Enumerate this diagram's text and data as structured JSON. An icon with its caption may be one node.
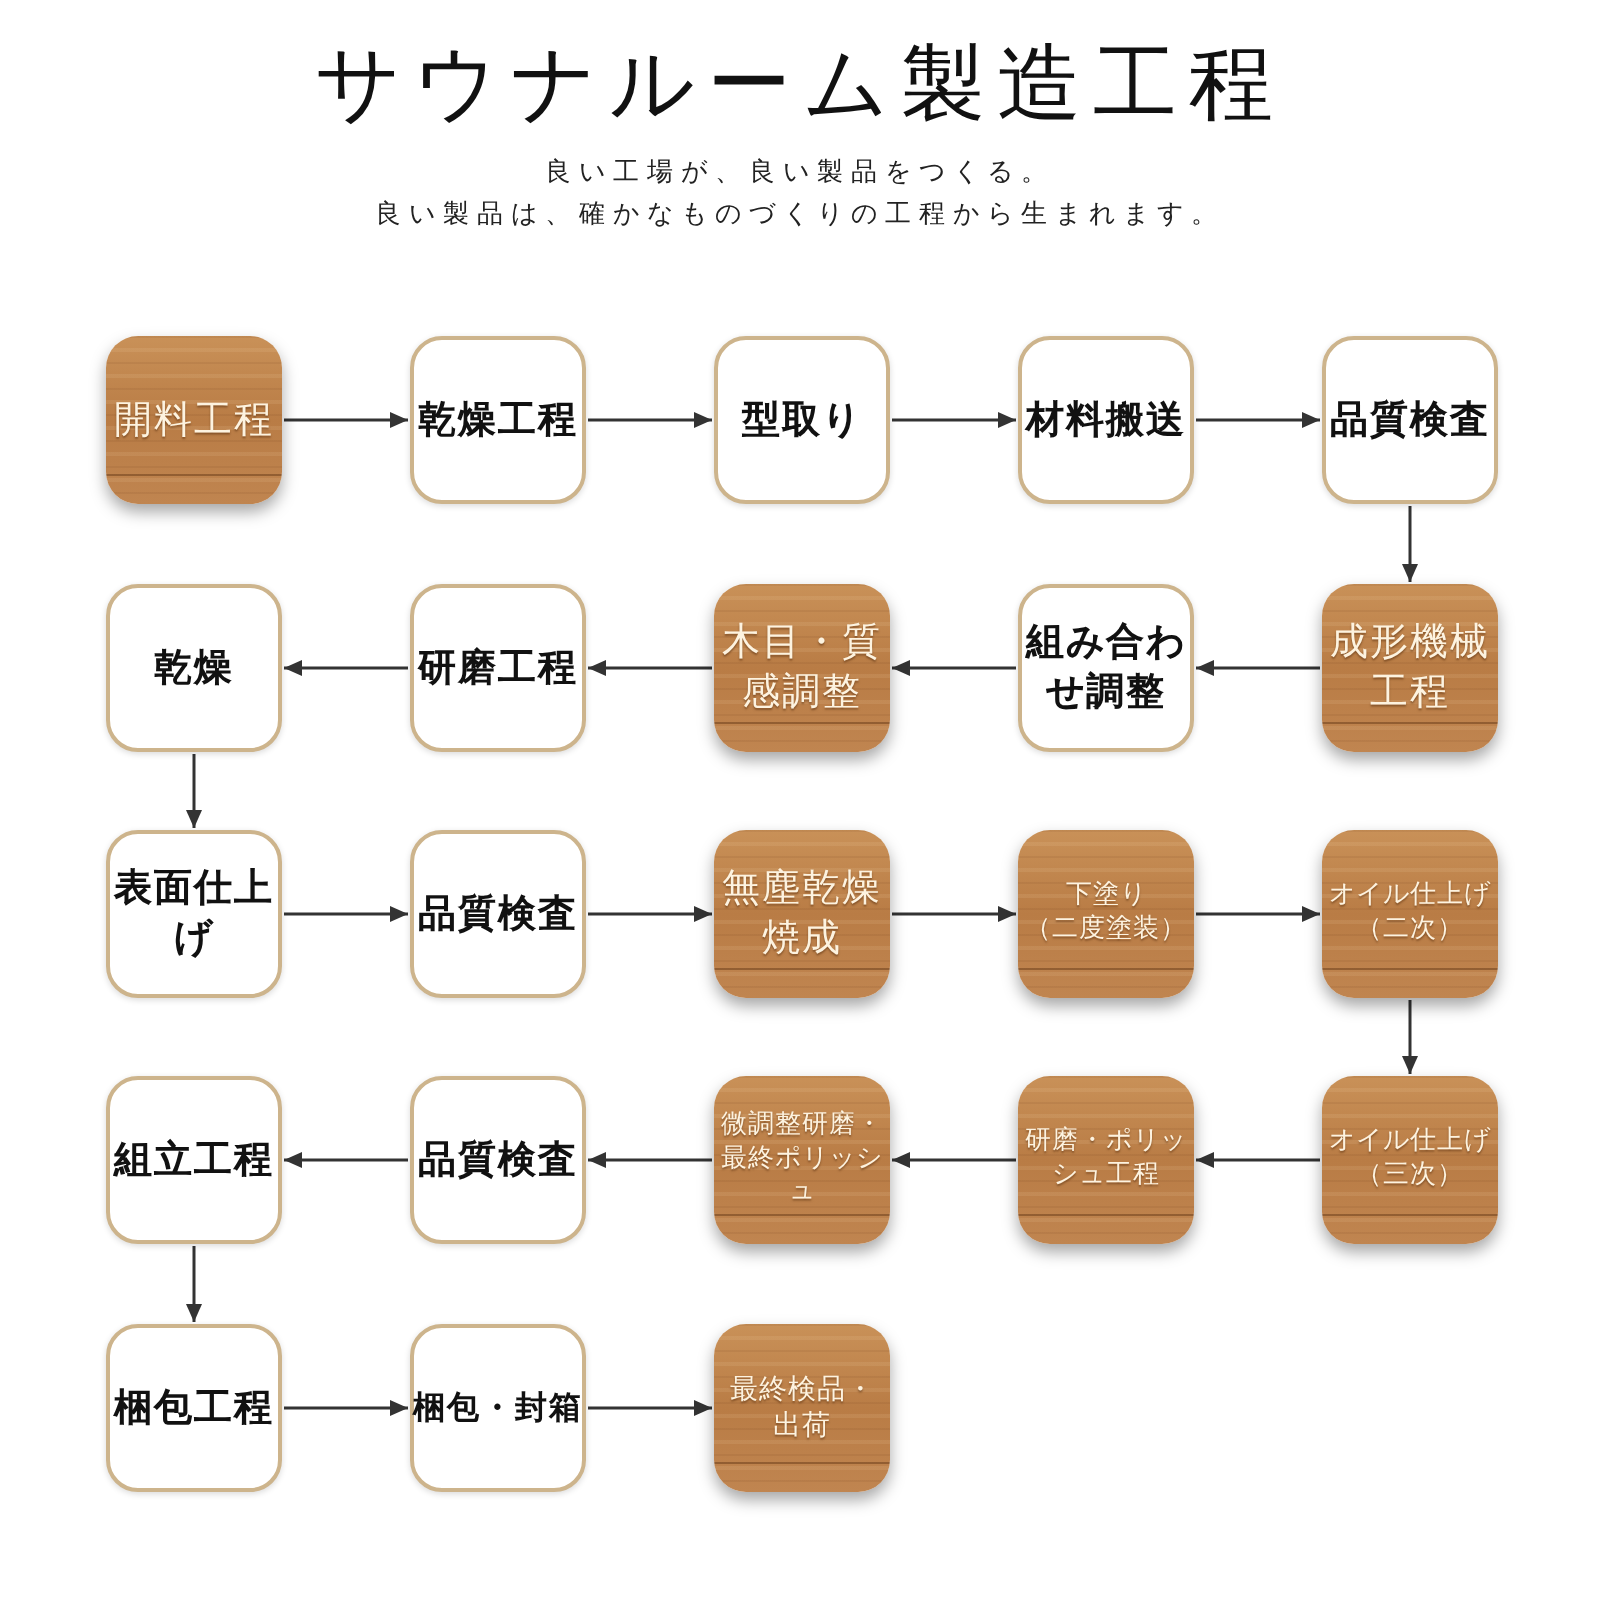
{
  "diagram": {
    "title": "サウナルーム製造工程",
    "nodes": [
      {
        "text": [
          "開料工程"
        ]
      },
      {
        "text": [
          "乾燥工程"
        ]
      },
      {
        "text": [
          "型取り"
        ]
      },
      {
        "text": [
          "材料搬送"
        ]
      },
      {
        "text": [
          "品質検査"
        ]
      },
      {
        "text": [
          "成形機械工程"
        ]
      },
      {
        "text": [
          "組み合わせ調整"
        ]
      },
      {
        "text": [
          "木目・質感調整"
        ]
      },
      {
        "text": [
          "研磨工程"
        ]
      },
      {
        "text": [
          "乾燥"
        ]
      },
      {
        "text": [
          "表面仕上げ"
        ]
      },
      {
        "text": [
          "品質検査"
        ]
      },
      {
        "text": [
          "無塵乾燥焼成"
        ]
      },
      {
        "text": [
          "下塗り（二度塗装）"
        ]
      },
      {
        "text": [
          "オイル仕上げ（二次）"
        ]
      },
      {
        "text": [
          "オイル仕上げ（三次）"
        ]
      },
      {
        "text": [
          "研磨・ポリッシュ工程"
        ]
      },
      {
        "text": [
          "微調整研磨・最終ポリッシュ"
        ]
      },
      {
        "text": [
          "品質検査"
        ]
      },
      {
        "text": [
          "組立工程"
        ]
      },
      {
        "text": [
          "梱包工程"
        ]
      },
      {
        "text": [
          "梱包・封箱"
        ]
      },
      {
        "text": [
          "最終検品・出荷"
        ]
      }
    ],
    "edges": [
      {
        "from": 0,
        "to": 1,
        "arrow": "to"
      },
      {
        "from": 1,
        "to": 2,
        "arrow": "to"
      },
      {
        "from": 2,
        "to": 3,
        "arrow": "to"
      },
      {
        "from": 3,
        "to": 4,
        "arrow": "to"
      },
      {
        "from": 4,
        "to": 5,
        "arrow": "to"
      },
      {
        "from": 5,
        "to": 6,
        "arrow": "to"
      },
      {
        "from": 6,
        "to": 7,
        "arrow": "to"
      },
      {
        "from": 7,
        "to": 8,
        "arrow": "to"
      },
      {
        "from": 8,
        "to": 9,
        "arrow": "to"
      },
      {
        "from": 9,
        "to": 10,
        "arrow": "to"
      },
      {
        "from": 10,
        "to": 11,
        "arrow": "to"
      },
      {
        "from": 11,
        "to": 12,
        "arrow": "to"
      },
      {
        "from": 12,
        "to": 13,
        "arrow": "to"
      },
      {
        "from": 13,
        "to": 14,
        "arrow": "to"
      },
      {
        "from": 14,
        "to": 15,
        "arrow": "to"
      },
      {
        "from": 15,
        "to": 16,
        "arrow": "to"
      },
      {
        "from": 16,
        "to": 17,
        "arrow": "to"
      },
      {
        "from": 17,
        "to": 18,
        "arrow": "to"
      },
      {
        "from": 18,
        "to": 19,
        "arrow": "to"
      },
      {
        "from": 19,
        "to": 20,
        "arrow": "to"
      },
      {
        "from": 20,
        "to": 21,
        "arrow": "to"
      },
      {
        "from": 21,
        "to": 22,
        "arrow": "to"
      }
    ],
    "labels": [
      "良い工場が、良い製品をつくる。",
      "良い製品は、確かなものづくりの工程から生まれます。"
    ]
  }
}
